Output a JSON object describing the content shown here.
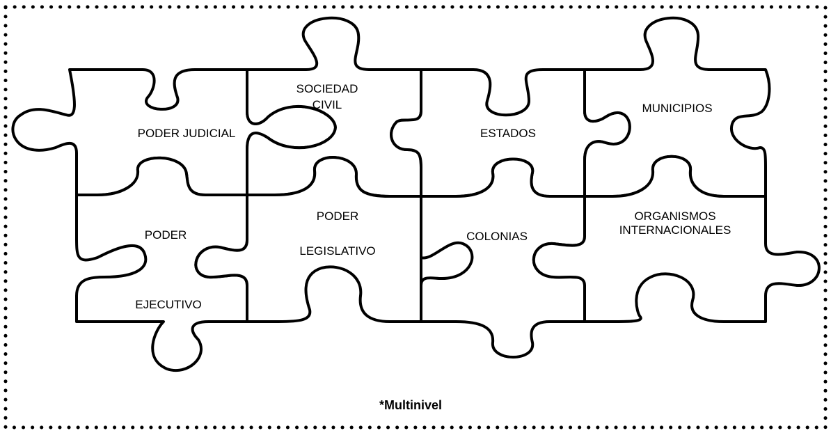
{
  "pieces": {
    "poder_judicial": "PODER JUDICIAL",
    "sociedad_civil_1": "SOCIEDAD",
    "sociedad_civil_2": "CIVIL",
    "estados": "ESTADOS",
    "municipios": "MUNICIPIOS",
    "poder_ejecutivo_1": "PODER",
    "poder_ejecutivo_2": "EJECUTIVO",
    "poder_legislativo_1": "PODER",
    "poder_legislativo_2": "LEGISLATIVO",
    "colonias": "COLONIAS",
    "organismos_1": "ORGANISMOS",
    "organismos_2": "INTERNACIONALES"
  },
  "caption": "*Multinivel",
  "colors": {
    "stroke": "#000000",
    "fill": "#ffffff",
    "background": "#ffffff"
  }
}
